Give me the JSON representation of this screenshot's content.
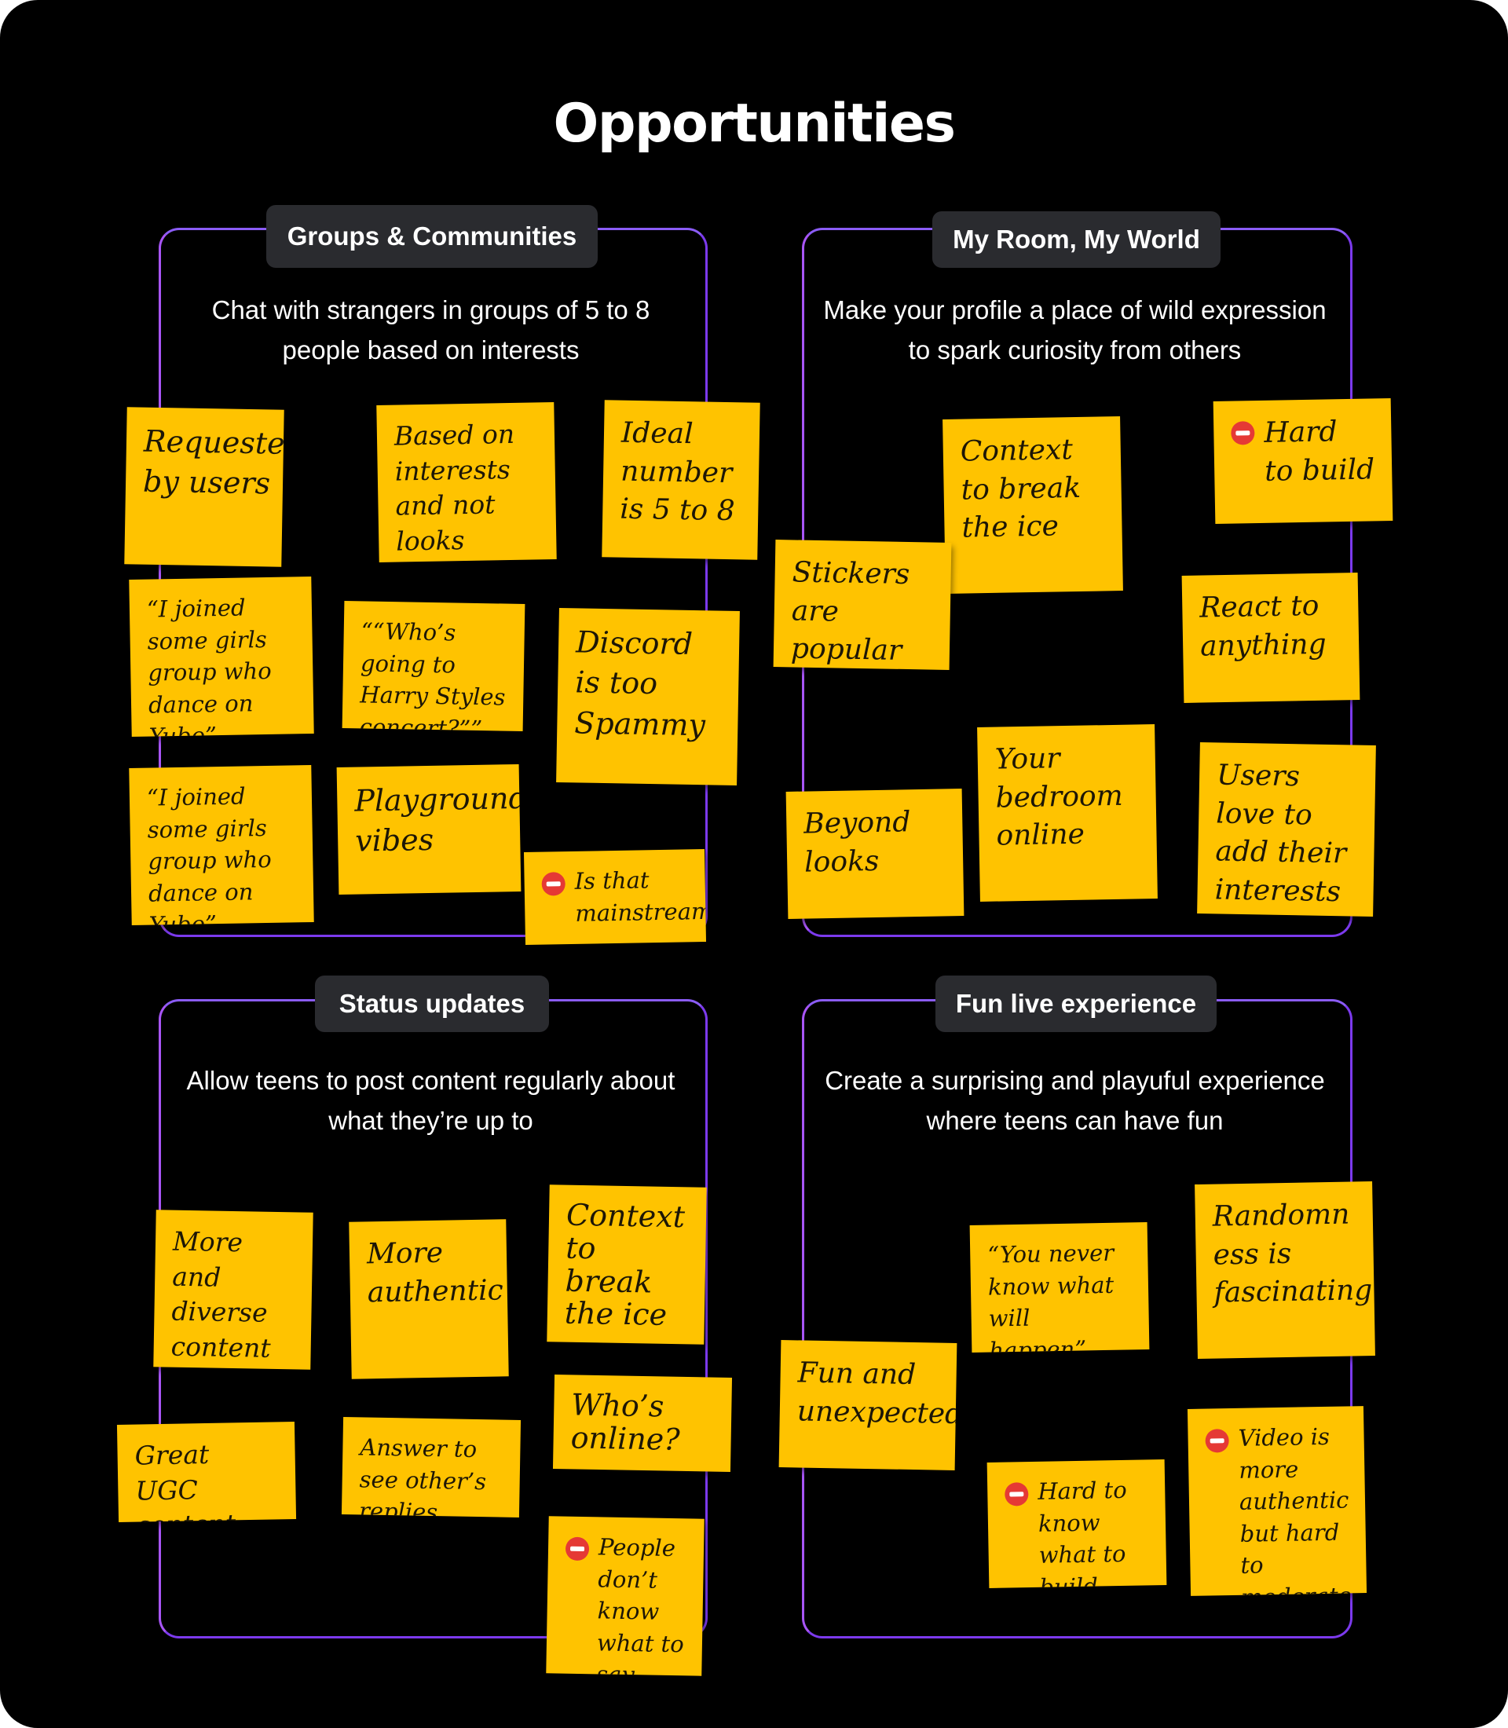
{
  "title": "Opportunities",
  "sections": [
    {
      "label": "Groups & Communities",
      "description": "Chat with strangers in groups of 5 to 8 people based on interests",
      "notes": [
        {
          "text": "Requested by users",
          "warning": false
        },
        {
          "text": "Based on interests and not looks",
          "warning": false
        },
        {
          "text": "Ideal number is 5 to 8",
          "warning": false
        },
        {
          "text": "“I joined some girls group who dance on Yubo”",
          "warning": false
        },
        {
          "text": "““Who’s going to Harry Styles concert?””",
          "warning": false
        },
        {
          "text": "Discord is too Spammy",
          "warning": false
        },
        {
          "text": "“I joined some girls group who dance on Yubo”",
          "warning": false
        },
        {
          "text": "Playground vibes",
          "warning": false
        },
        {
          "text": "Is that mainstream?",
          "warning": true
        }
      ]
    },
    {
      "label": "My Room, My World",
      "description": "Make your profile a place of wild expression to spark curiosity from others",
      "notes": [
        {
          "text": "Context to break the ice",
          "warning": false
        },
        {
          "text": "Hard to build",
          "warning": true
        },
        {
          "text": "Stickers are popular",
          "warning": false
        },
        {
          "text": "React to anything",
          "warning": false
        },
        {
          "text": "Your bedroom online",
          "warning": false
        },
        {
          "text": "Beyond looks",
          "warning": false
        },
        {
          "text": "Users love to add their interests",
          "warning": false
        }
      ]
    },
    {
      "label": "Status updates",
      "description": "Allow teens to post content regularly about what they’re up to",
      "notes": [
        {
          "text": "More and diverse content",
          "warning": false
        },
        {
          "text": "More authentic",
          "warning": false
        },
        {
          "text": "Context to break the ice",
          "warning": false
        },
        {
          "text": "Who’s online?",
          "warning": false
        },
        {
          "text": "Great UGC content",
          "warning": false
        },
        {
          "text": "Answer to see other’s replies",
          "warning": false
        },
        {
          "text": "People don’t know what to say “HMU”",
          "warning": true
        }
      ]
    },
    {
      "label": "Fun live experience",
      "description": "Create a surprising and playuful experience where teens can have fun",
      "notes": [
        {
          "text": "“You never know what will happen”",
          "warning": false
        },
        {
          "text": "Randomn ess is fascinating",
          "warning": false
        },
        {
          "text": "Fun and unexpected",
          "warning": false
        },
        {
          "text": "Hard to know what to build",
          "warning": true
        },
        {
          "text": "Video is more authentic but hard to moderate",
          "warning": true
        }
      ]
    }
  ],
  "colors": {
    "background": "#000000",
    "sticky": "#ffc300",
    "frame": "#7c3aed",
    "pill": "#2a2b2f",
    "warning": "#e53935"
  },
  "icons": {
    "warning": "no-entry-icon"
  }
}
